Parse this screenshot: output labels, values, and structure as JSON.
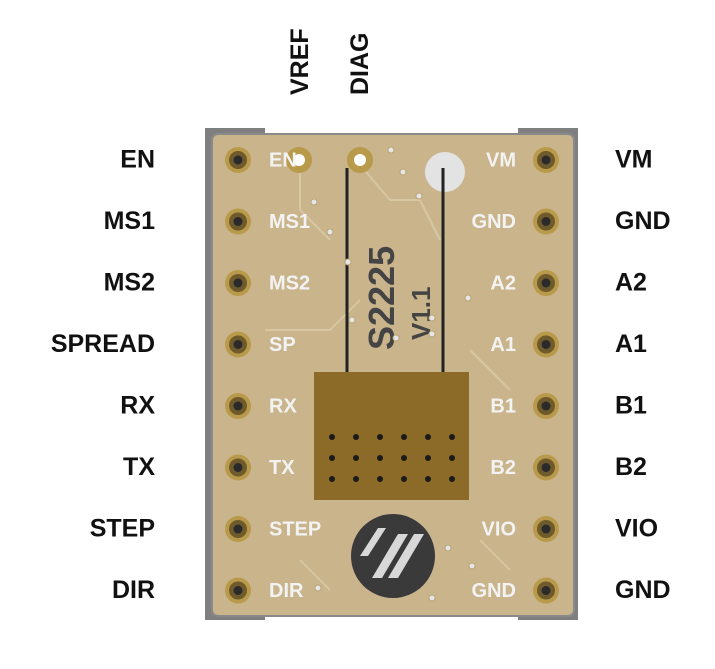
{
  "top_labels": [
    "VREF",
    "DIAG"
  ],
  "left_pins": [
    "EN",
    "MS1",
    "MS2",
    "SPREAD",
    "RX",
    "TX",
    "STEP",
    "DIR"
  ],
  "right_pins": [
    "VM",
    "GND",
    "A2",
    "A1",
    "B1",
    "B2",
    "VIO",
    "GND"
  ],
  "silk_left": [
    "EN",
    "MS1",
    "MS2",
    "SP",
    "RX",
    "TX",
    "STEP",
    "DIR"
  ],
  "silk_right": [
    "VM",
    "GND",
    "A2",
    "A1",
    "B1",
    "B2",
    "VIO",
    "GND"
  ],
  "chip": {
    "model": "S2225",
    "version": "V1.1"
  },
  "colors": {
    "board": "#c9b48b",
    "board_edge": "#8a8a8a",
    "pad": "#6f5a2c",
    "pad_ring": "#b89a4a",
    "pad_hole": "#2a2a2a",
    "thermal_pad": "#8c6a28",
    "logo": "#3a3a3a"
  }
}
